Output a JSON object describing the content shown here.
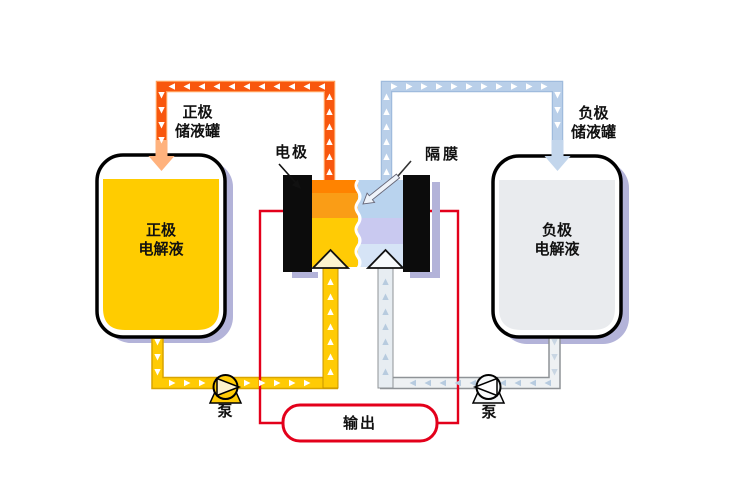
{
  "labels": {
    "pos_tank_title": {
      "line1": "正极",
      "line2": "储液罐"
    },
    "neg_tank_title": {
      "line1": "负极",
      "line2": "储液罐"
    },
    "electrode": "电极",
    "membrane": "隔膜",
    "pos_electrolyte": {
      "line1": "正极",
      "line2": "电解液"
    },
    "neg_electrolyte": {
      "line1": "负极",
      "line2": "电解液"
    },
    "pump_left": "泵",
    "pump_right": "泵",
    "output": "输出"
  },
  "colors": {
    "pipe_orange": "#f8570e",
    "pipe_orange_border": "#ff9a55",
    "inlet_orange": "#ffb27d",
    "pipe_blue": "#b9cfe9",
    "pipe_blue_border": "#9fbbdd",
    "inlet_blue": "#c3d6ec",
    "pipe_yellow": "#ffcb05",
    "pipe_yellow_border": "#d9a400",
    "pipe_white": "#eef1f3",
    "pipe_white_border": "#8f9397",
    "circuit_red": "#e3001b",
    "electrode_black": "#0c0c0c",
    "pos_liquid": "#ffcc00",
    "neg_liquid": "#e9ebee",
    "shadow_purple": "#b3b3d9",
    "cell_left_top": "#ff8300",
    "cell_left_mid": "#fa9d16",
    "cell_left_bottom": "#ffcb05",
    "cell_right_top": "#b9d3ee",
    "cell_right_mid": "#c9c9f0",
    "cell_right_bottom": "#d6e4f6"
  }
}
